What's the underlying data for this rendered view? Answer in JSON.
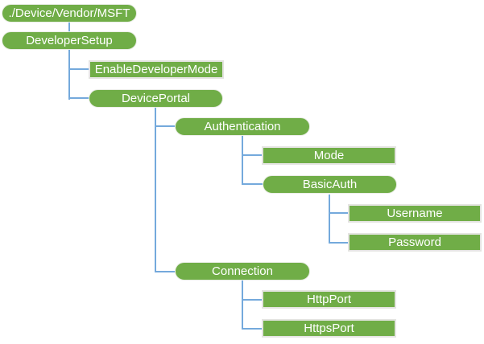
{
  "diagram": {
    "description": "Tree diagram of the DeveloperSetup configuration service provider hierarchy",
    "nodes": {
      "root": {
        "label": "./Device/Vendor/MSFT",
        "type": "branch"
      },
      "developer_setup": {
        "label": "DeveloperSetup",
        "type": "branch"
      },
      "enable_developer_mode": {
        "label": "EnableDeveloperMode",
        "type": "leaf"
      },
      "device_portal": {
        "label": "DevicePortal",
        "type": "branch"
      },
      "authentication": {
        "label": "Authentication",
        "type": "branch"
      },
      "mode": {
        "label": "Mode",
        "type": "leaf"
      },
      "basic_auth": {
        "label": "BasicAuth",
        "type": "branch"
      },
      "username": {
        "label": "Username",
        "type": "leaf"
      },
      "password": {
        "label": "Password",
        "type": "leaf"
      },
      "connection": {
        "label": "Connection",
        "type": "branch"
      },
      "http_port": {
        "label": "HttpPort",
        "type": "leaf"
      },
      "https_port": {
        "label": "HttpsPort",
        "type": "leaf"
      }
    },
    "colors": {
      "node_fill": "#70AD47",
      "node_text": "#FFFFFF",
      "connector": "#74A9DC",
      "leaf_border": "#E4E4E1"
    }
  }
}
